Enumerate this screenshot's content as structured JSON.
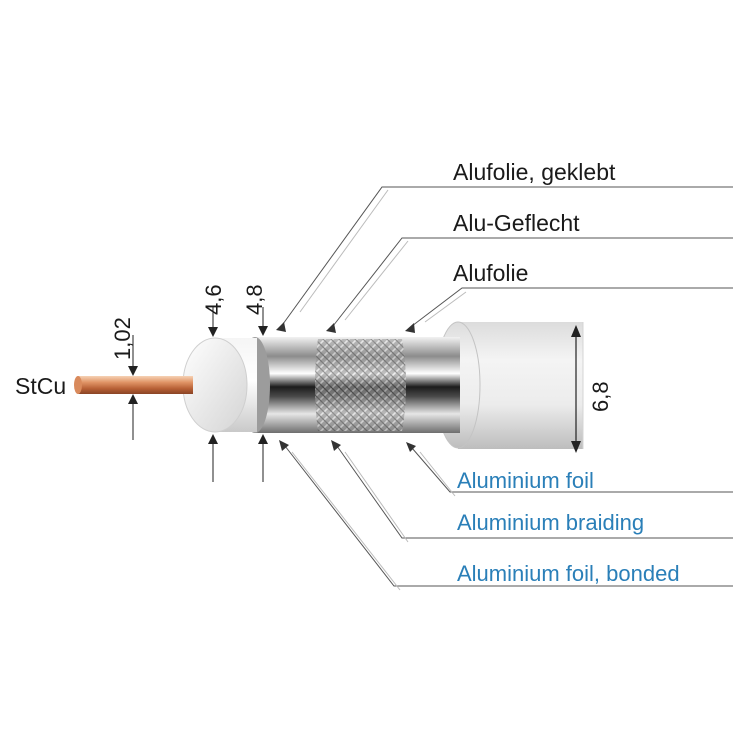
{
  "labels_de": {
    "foil_bonded": "Alufolie, geklebt",
    "braiding": "Alu-Geflecht",
    "foil": "Alufolie"
  },
  "labels_en": {
    "foil": "Aluminium foil",
    "braiding": "Aluminium braiding",
    "foil_bonded": "Aluminium foil, bonded"
  },
  "dimensions": {
    "conductor": "1,02",
    "dielectric": "4,6",
    "screen": "4,8",
    "outer": "6,8"
  },
  "conductor_label": "StCu",
  "colors": {
    "english_text": "#2a7fb8",
    "leader_lines": "#555555",
    "copper": "#c97a4a",
    "jacket": "#e8e8e8"
  }
}
